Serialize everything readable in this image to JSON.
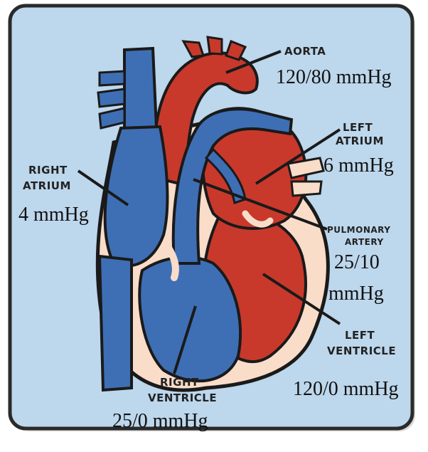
{
  "labels": {
    "aorta": "AORTA",
    "left_atrium_1": "LEFT",
    "left_atrium_2": "ATRIUM",
    "right_atrium_1": "RIGHT",
    "right_atrium_2": "ATRIUM",
    "pulmonary_artery_1": "PULMONARY",
    "pulmonary_artery_2": "ARTERY",
    "left_ventricle_1": "LEFT",
    "left_ventricle_2": "VENTRICLE",
    "right_ventricle_1": "RIGHT",
    "right_ventricle_2": "VENTRICLE"
  },
  "pressures": {
    "aorta": "120/80 mmHg",
    "left_atrium": "6 mmHg",
    "right_atrium": "4 mmHg",
    "pulmonary_artery_1": "25/10",
    "pulmonary_artery_2": "mmHg",
    "left_ventricle": "120/0 mmHg",
    "right_ventricle": "25/0 mmHg"
  },
  "colors": {
    "panel_background": "#bdd7ec",
    "oxygenated_blood": "#c8392b",
    "deoxygenated_blood": "#3e6fb5",
    "heart_wall": "#f9ddc9",
    "outline": "#1a1a1a"
  }
}
